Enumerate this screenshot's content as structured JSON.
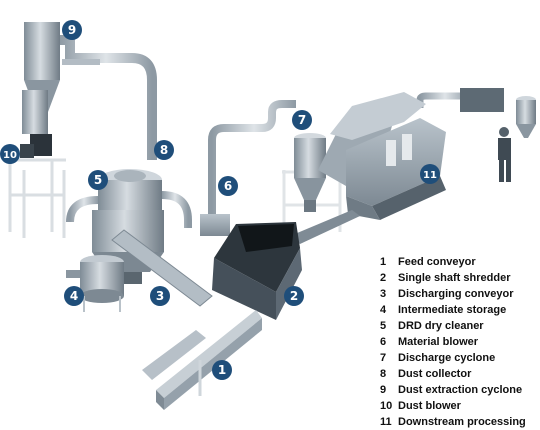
{
  "legend": [
    {
      "number": "1",
      "label": "Feed conveyor"
    },
    {
      "number": "2",
      "label": "Single shaft shredder"
    },
    {
      "number": "3",
      "label": "Discharging conveyor"
    },
    {
      "number": "4",
      "label": "Intermediate storage"
    },
    {
      "number": "5",
      "label": "DRD dry cleaner"
    },
    {
      "number": "6",
      "label": "Material blower"
    },
    {
      "number": "7",
      "label": "Discharge cyclone"
    },
    {
      "number": "8",
      "label": "Dust collector"
    },
    {
      "number": "9",
      "label": "Dust extraction cyclone"
    },
    {
      "number": "10",
      "label": "Dust blower"
    },
    {
      "number": "11",
      "label": "Downstream processing"
    }
  ],
  "colors": {
    "marker": "#1f4e7a",
    "machine_light": "#c9d1d8",
    "machine_mid": "#9aa7b2",
    "machine_dark": "#56626c",
    "hopper_dark": "#2f3a43",
    "frame": "#e4e8eb"
  }
}
